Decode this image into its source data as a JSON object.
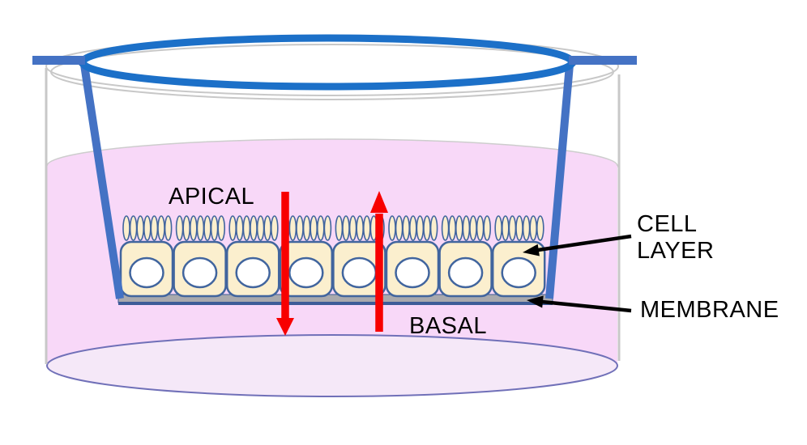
{
  "labels": {
    "apical": "APICAL",
    "basal": "BASAL",
    "cell_layer": "CELL LAYER",
    "membrane": "MEMBRANE"
  },
  "diagram": {
    "cell_count": 8,
    "microvilli_per_cell": 7,
    "colors": {
      "insert_blue": "#1C70C8",
      "insert_wall_blue": "#4472C4",
      "insert_outline_navy": "#2E5395",
      "well_gray": "#C8C8C8",
      "medium_pink": "#F8D8F8",
      "well_bottom_pink": "#F5E8F8",
      "well_bottom_stroke": "#7070B8",
      "cell_fill": "#FBEFCE",
      "cell_stroke": "#41659E",
      "nucleus_fill": "#FFFFFF",
      "membrane_gray": "#A9A9AD",
      "membrane_edge_navy": "#3D5C98",
      "transport_arrow_red": "#F80000",
      "annotation_black": "#000000",
      "label_text": "#000000"
    }
  }
}
